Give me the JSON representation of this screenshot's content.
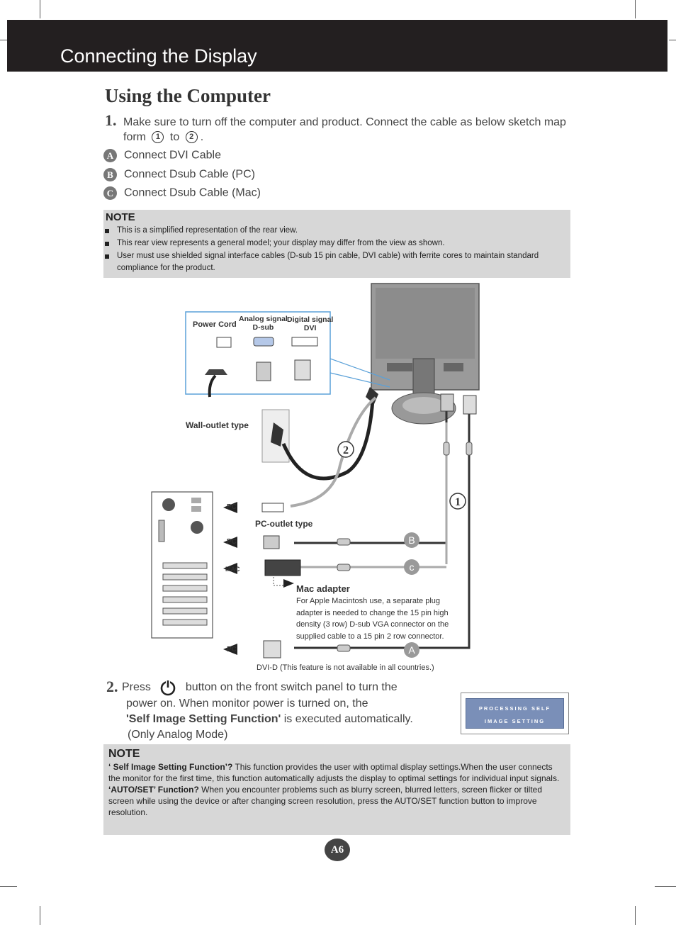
{
  "header": {
    "title": "Connecting the Display"
  },
  "section": {
    "title": "Using the Computer"
  },
  "step1": {
    "number": "1.",
    "text_part1": "Make sure to turn off the computer and  product. Connect the cable as below sketch map",
    "text_part2": "form",
    "connector_word": "to",
    "end_punct": ".",
    "circle_1": "1",
    "circle_2": "2"
  },
  "options": [
    {
      "badge": "A",
      "label": "Connect DVI Cable"
    },
    {
      "badge": "B",
      "label": "Connect Dsub Cable (PC)"
    },
    {
      "badge": "C",
      "label": "Connect Dsub Cable (Mac)"
    }
  ],
  "note1": {
    "title": "NOTE",
    "items": [
      "This is a simplified representation of the rear view.",
      "This rear view represents a general model; your display may differ from the view as shown.",
      "User must use shielded signal interface cables (D-sub 15 pin cable, DVI cable) with ferrite cores to maintain standard compliance for the product."
    ]
  },
  "diagram": {
    "power_cord": "Power Cord",
    "analog_line1": "Analog signal",
    "analog_line2": "D-sub",
    "digital_line1": "Digital signal",
    "digital_line2": "DVI",
    "wall_outlet": "Wall-outlet type",
    "pc_outlet": "PC-outlet type",
    "pc_label": "PC",
    "mac_label": "MAC",
    "mac_adapter_title": "Mac adapter",
    "mac_adapter_lines": [
      "For Apple Macintosh use, a  separate plug",
      "adapter is needed to change the 15 pin high",
      "density (3 row) D-sub VGA connector on the",
      "supplied cable to a 15 pin  2 row connector."
    ],
    "dvi_note": "DVI-D (This feature is not available in all countries.)",
    "num_1": "1",
    "num_2": "2",
    "letter_a": "A",
    "letter_b": "B",
    "letter_c": "c"
  },
  "step2": {
    "number": "2.",
    "press": "Press",
    "line1_rest": "button on the front switch panel to turn the",
    "line2": "power on. When monitor power is turned on, the",
    "line3_bold": "'Self Image Setting Function'",
    "line3_rest": " is executed automatically.",
    "line4": "(Only Analog Mode)"
  },
  "osd": {
    "line1": "PROCESSING SELF",
    "line2": "IMAGE SETTING"
  },
  "note2": {
    "title": "NOTE",
    "q1_bold": "‘ Self Image Setting Function’?",
    "q1_text": " This function provides the user with optimal display settings.When the user connects the monitor for the first time, this function automatically adjusts the display to optimal settings for individual input signals.",
    "q2_bold": "‘AUTO/SET’ Function?",
    "q2_text": " When you encounter problems such as blurry screen, blurred letters, screen flicker or tilted screen while using the device or after changing screen resolution, press the AUTO/SET function button to improve resolution."
  },
  "page": {
    "number": "A6"
  }
}
